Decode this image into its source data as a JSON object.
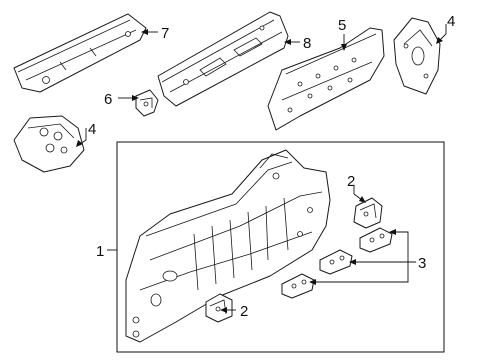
{
  "callouts": {
    "c1": "1",
    "c2a": "2",
    "c2b": "2",
    "c3": "3",
    "c4a": "4",
    "c4b": "4",
    "c5": "5",
    "c6": "6",
    "c7": "7",
    "c8": "8"
  },
  "colors": {
    "line": "#1a1a1a",
    "background": "#ffffff"
  }
}
